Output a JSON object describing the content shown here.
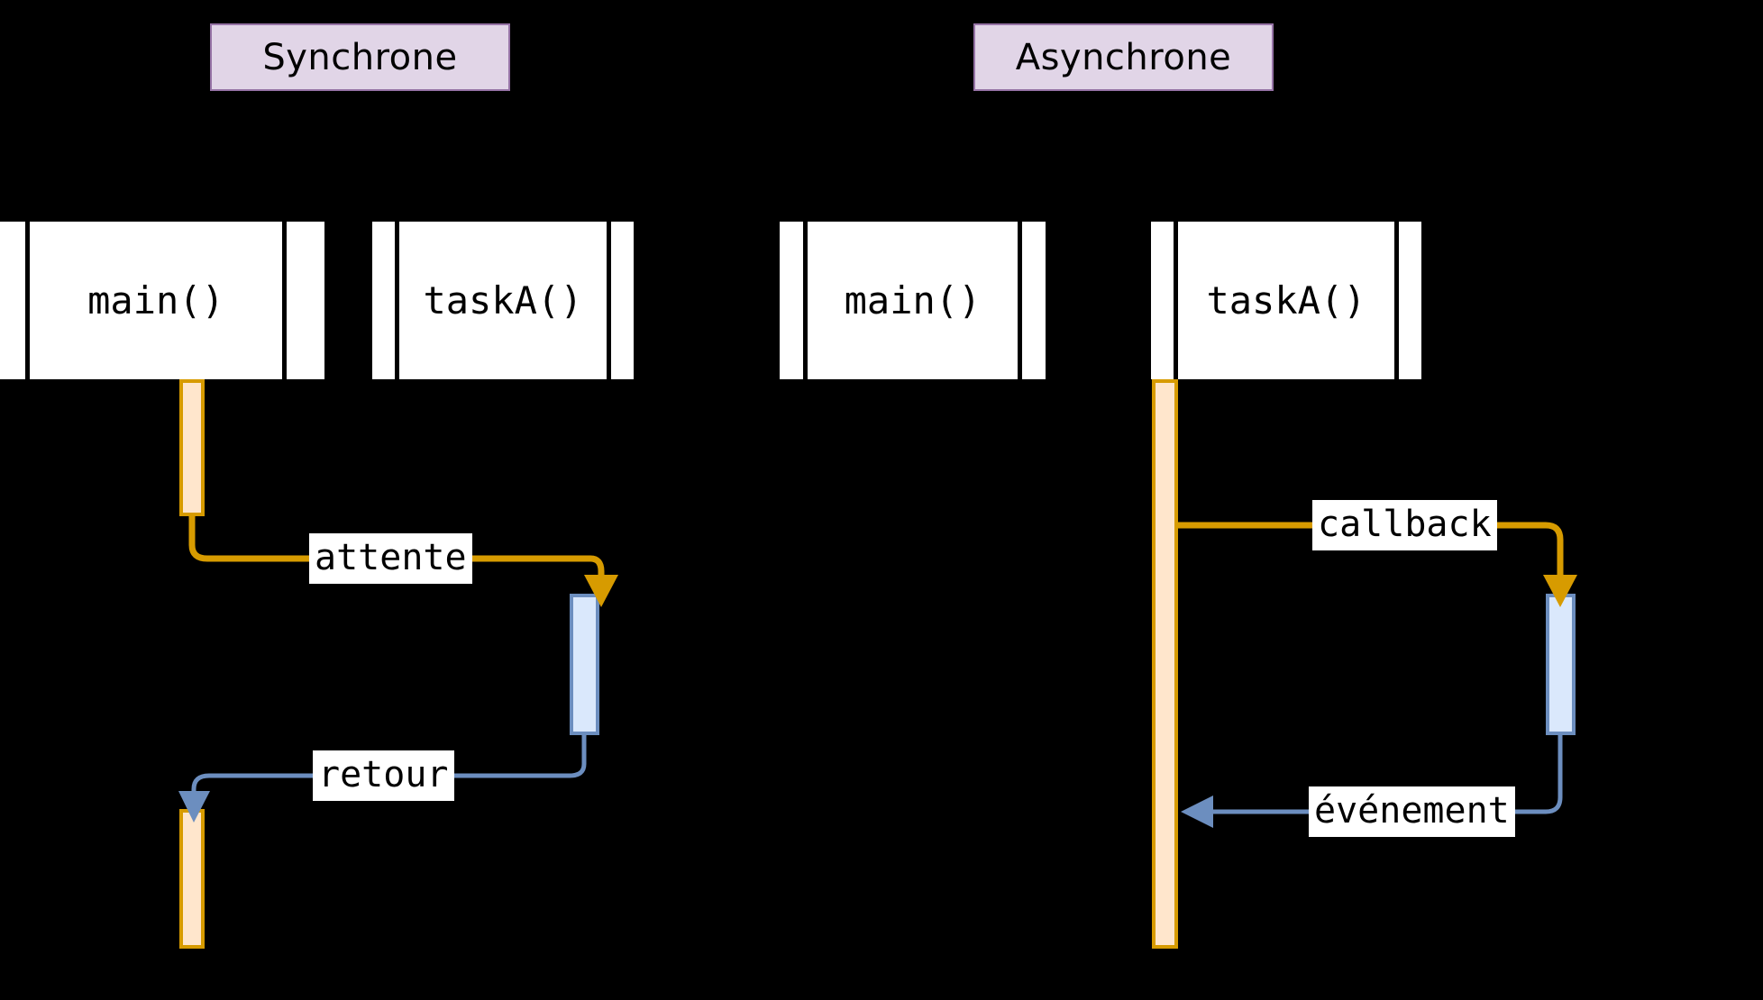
{
  "diagram": {
    "type": "sequence-diagram",
    "background_color": "#000000",
    "title_box_fill": "#e1d5e7",
    "title_box_stroke": "#9673a6",
    "call_arrow_color": "#d79b00",
    "return_arrow_color": "#6c8ebf",
    "activation_orange_fill": "#ffe6cc",
    "activation_orange_stroke": "#d79b00",
    "activation_blue_fill": "#dae8fc",
    "activation_blue_stroke": "#6c8ebf",
    "participant_fill": "#ffffff",
    "participant_stroke": "#000000",
    "label_fill": "#ffffff",
    "text_color": "#000000"
  },
  "sections": [
    {
      "id": "synchrone",
      "title": "Synchrone",
      "participants": [
        {
          "id": "sync-main",
          "label": "main()"
        },
        {
          "id": "sync-task",
          "label": "taskA()"
        }
      ],
      "messages": [
        {
          "id": "attente",
          "label": "attente",
          "kind": "call",
          "from": "sync-main",
          "to": "sync-task",
          "color": "#d79b00"
        },
        {
          "id": "retour",
          "label": "retour",
          "kind": "return",
          "from": "sync-task",
          "to": "sync-main",
          "color": "#6c8ebf"
        }
      ]
    },
    {
      "id": "asynchrone",
      "title": "Asynchrone",
      "participants": [
        {
          "id": "async-main",
          "label": "main()"
        },
        {
          "id": "async-task",
          "label": "taskA()"
        }
      ],
      "messages": [
        {
          "id": "callback",
          "label": "callback",
          "kind": "call",
          "from": "async-main",
          "to": "async-task",
          "color": "#d79b00"
        },
        {
          "id": "evenement",
          "label": "événement",
          "kind": "return",
          "from": "async-task",
          "to": "async-main",
          "color": "#6c8ebf"
        }
      ]
    }
  ]
}
